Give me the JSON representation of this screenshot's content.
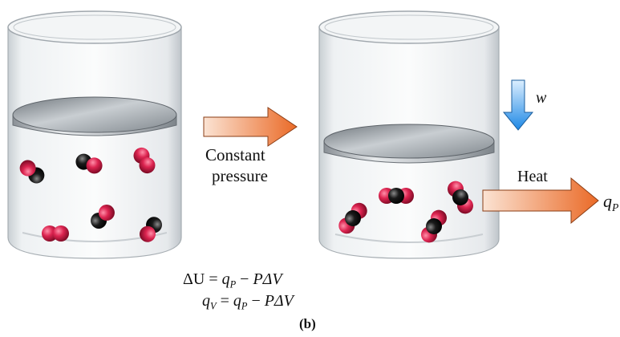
{
  "labels": {
    "arrow_line1": "Constant",
    "arrow_line2": "pressure",
    "heat": "Heat",
    "work": "w",
    "heat_symbol": "q",
    "heat_symbol_sub": "P",
    "panel": "(b)"
  },
  "equations": {
    "eq1": {
      "lhs": "ΔU",
      "equals": "=",
      "q": "q",
      "q_sub": "P",
      "minus": "−",
      "rest": "PΔV"
    },
    "eq2": {
      "lhs": "q",
      "lhs_sub": "V",
      "equals": "=",
      "q": "q",
      "q_sub": "P",
      "minus": "−",
      "rest": "PΔV"
    }
  },
  "colors": {
    "glass": "#dfe3e6",
    "glass_edge": "#9aa2a8",
    "piston_top": "#9fa5ab",
    "piston_side": "#c4c8cc",
    "oxygen": "#d81e4a",
    "carbon": "#111111",
    "orange_arrow": "#ee7a3c",
    "blue_arrow": "#2f95e8"
  },
  "icons": {
    "left_beaker": "beaker-icon",
    "right_beaker": "beaker-icon",
    "piston": "piston-icon",
    "molecule_o2": "oxygen-molecule-icon",
    "molecule_co": "carbon-monoxide-molecule-icon",
    "molecule_co2": "carbon-dioxide-molecule-icon"
  }
}
